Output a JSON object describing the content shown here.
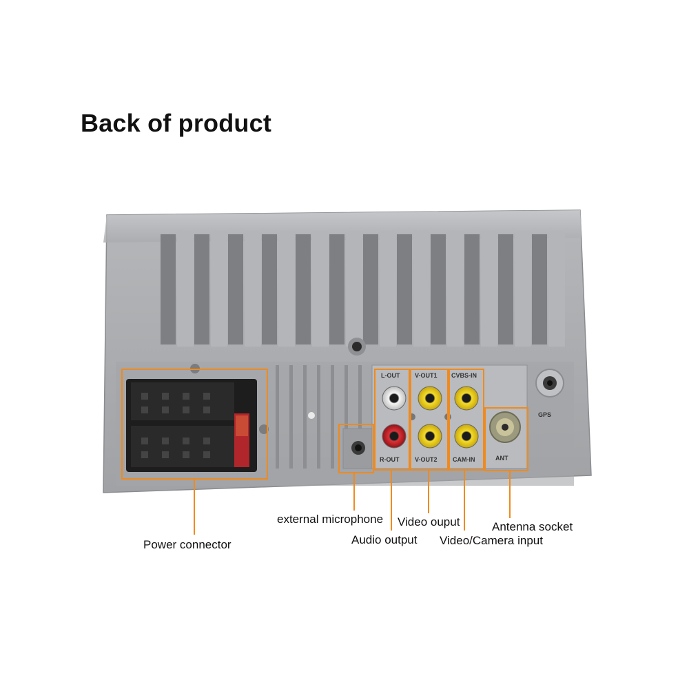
{
  "title": "Back of product",
  "connector_labels": {
    "power_connector": "Power connector",
    "external_microphone": "external microphone",
    "audio_output": "Audio output",
    "video_output": "Video ouput",
    "video_camera_input": "Video/Camera input",
    "antenna_socket": "Antenna socket"
  },
  "panel_markings": {
    "l_out": "L-OUT",
    "r_out": "R-OUT",
    "v_out_top": "V-OUT1",
    "v_out_bottom": "V-OUT2",
    "cvbs_in": "CVBS-IN",
    "cam_in": "CAM-IN",
    "ant": "ANT",
    "gps": "GPS"
  },
  "colors": {
    "callout": "#f08a1c",
    "housing": "#a9abae",
    "housing_dark": "#8e9093",
    "rca_yellow": "#f1d21a",
    "rca_red": "#c8242a",
    "rca_white": "#e9e9e9"
  }
}
